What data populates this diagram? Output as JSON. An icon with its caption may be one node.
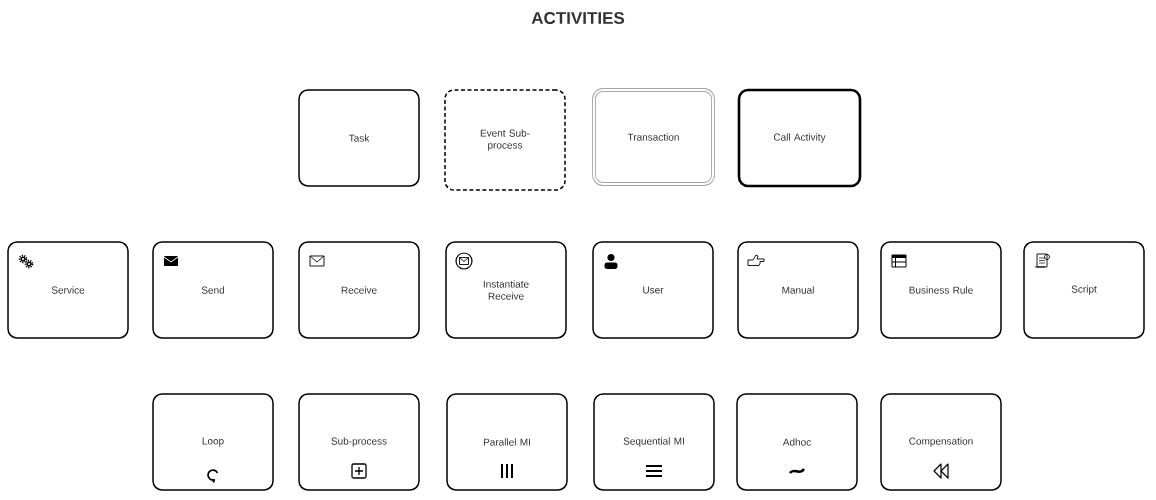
{
  "diagram": {
    "title": "ACTIVITIES",
    "nodes": [
      {
        "text": [
          "Task"
        ]
      },
      {
        "text": [
          "Event Sub-process"
        ]
      },
      {
        "text": [
          "Transaction"
        ]
      },
      {
        "text": [
          "Call Activity"
        ]
      },
      {
        "text": [
          "Service"
        ]
      },
      {
        "text": [
          "Send"
        ]
      },
      {
        "text": [
          "Receive"
        ]
      },
      {
        "text": [
          "Instantiate Receive"
        ]
      },
      {
        "text": [
          "User"
        ]
      },
      {
        "text": [
          "Manual"
        ]
      },
      {
        "text": [
          "Business Rule"
        ]
      },
      {
        "text": [
          "Script"
        ]
      },
      {
        "text": [
          "Loop"
        ]
      },
      {
        "text": [
          "Sub-process"
        ]
      },
      {
        "text": [
          "Parallel MI"
        ]
      },
      {
        "text": [
          "Sequential MI"
        ]
      },
      {
        "text": [
          "Adhoc"
        ]
      },
      {
        "text": [
          "Compensation"
        ]
      }
    ]
  }
}
